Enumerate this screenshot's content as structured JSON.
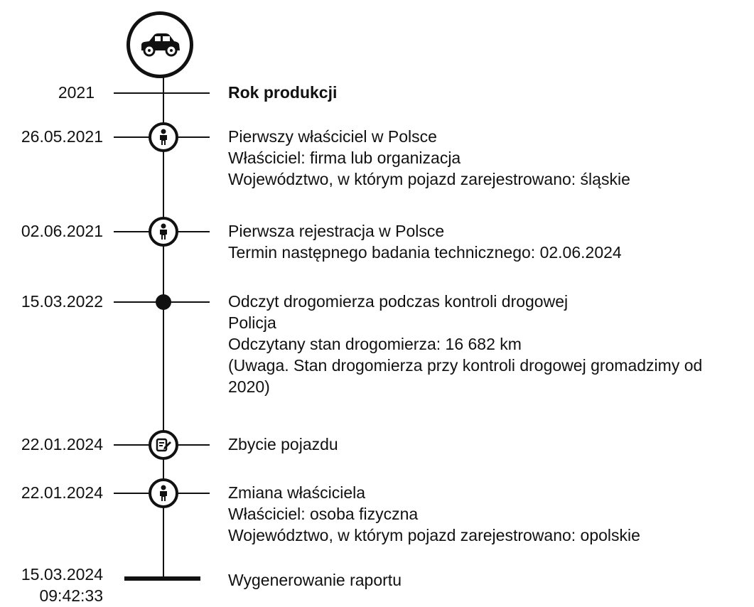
{
  "header": {
    "icon": "car-icon"
  },
  "events": [
    {
      "date": "2021",
      "marker": "none",
      "title": "Rok produkcji",
      "bold": true,
      "lines": []
    },
    {
      "date": "26.05.2021",
      "marker": "person-icon",
      "title": "Pierwszy właściciel w Polsce",
      "lines": [
        "Właściciel: firma lub organizacja",
        "Województwo, w którym pojazd zarejestrowano: śląskie"
      ]
    },
    {
      "date": "02.06.2021",
      "marker": "person-icon",
      "title": "Pierwsza rejestracja w Polsce",
      "lines": [
        "Termin następnego badania technicznego: 02.06.2024"
      ]
    },
    {
      "date": "15.03.2022",
      "marker": "dot",
      "title": "Odczyt drogomierza podczas kontroli drogowej",
      "lines": [
        "Policja",
        "Odczytany stan drogomierza: 16 682 km",
        "(Uwaga. Stan drogomierza przy kontroli drogowej gromadzimy od 2020)"
      ]
    },
    {
      "date": "22.01.2024",
      "marker": "document-edit-icon",
      "title": "Zbycie pojazdu",
      "lines": []
    },
    {
      "date": "22.01.2024",
      "marker": "person-icon",
      "title": "Zmiana właściciela",
      "lines": [
        "Właściciel: osoba fizyczna",
        "Województwo, w którym pojazd zarejestrowano: opolskie"
      ]
    },
    {
      "date": "15.03.2024",
      "time": "09:42:33",
      "marker": "end-bar",
      "title": "Wygenerowanie raportu",
      "lines": []
    }
  ]
}
